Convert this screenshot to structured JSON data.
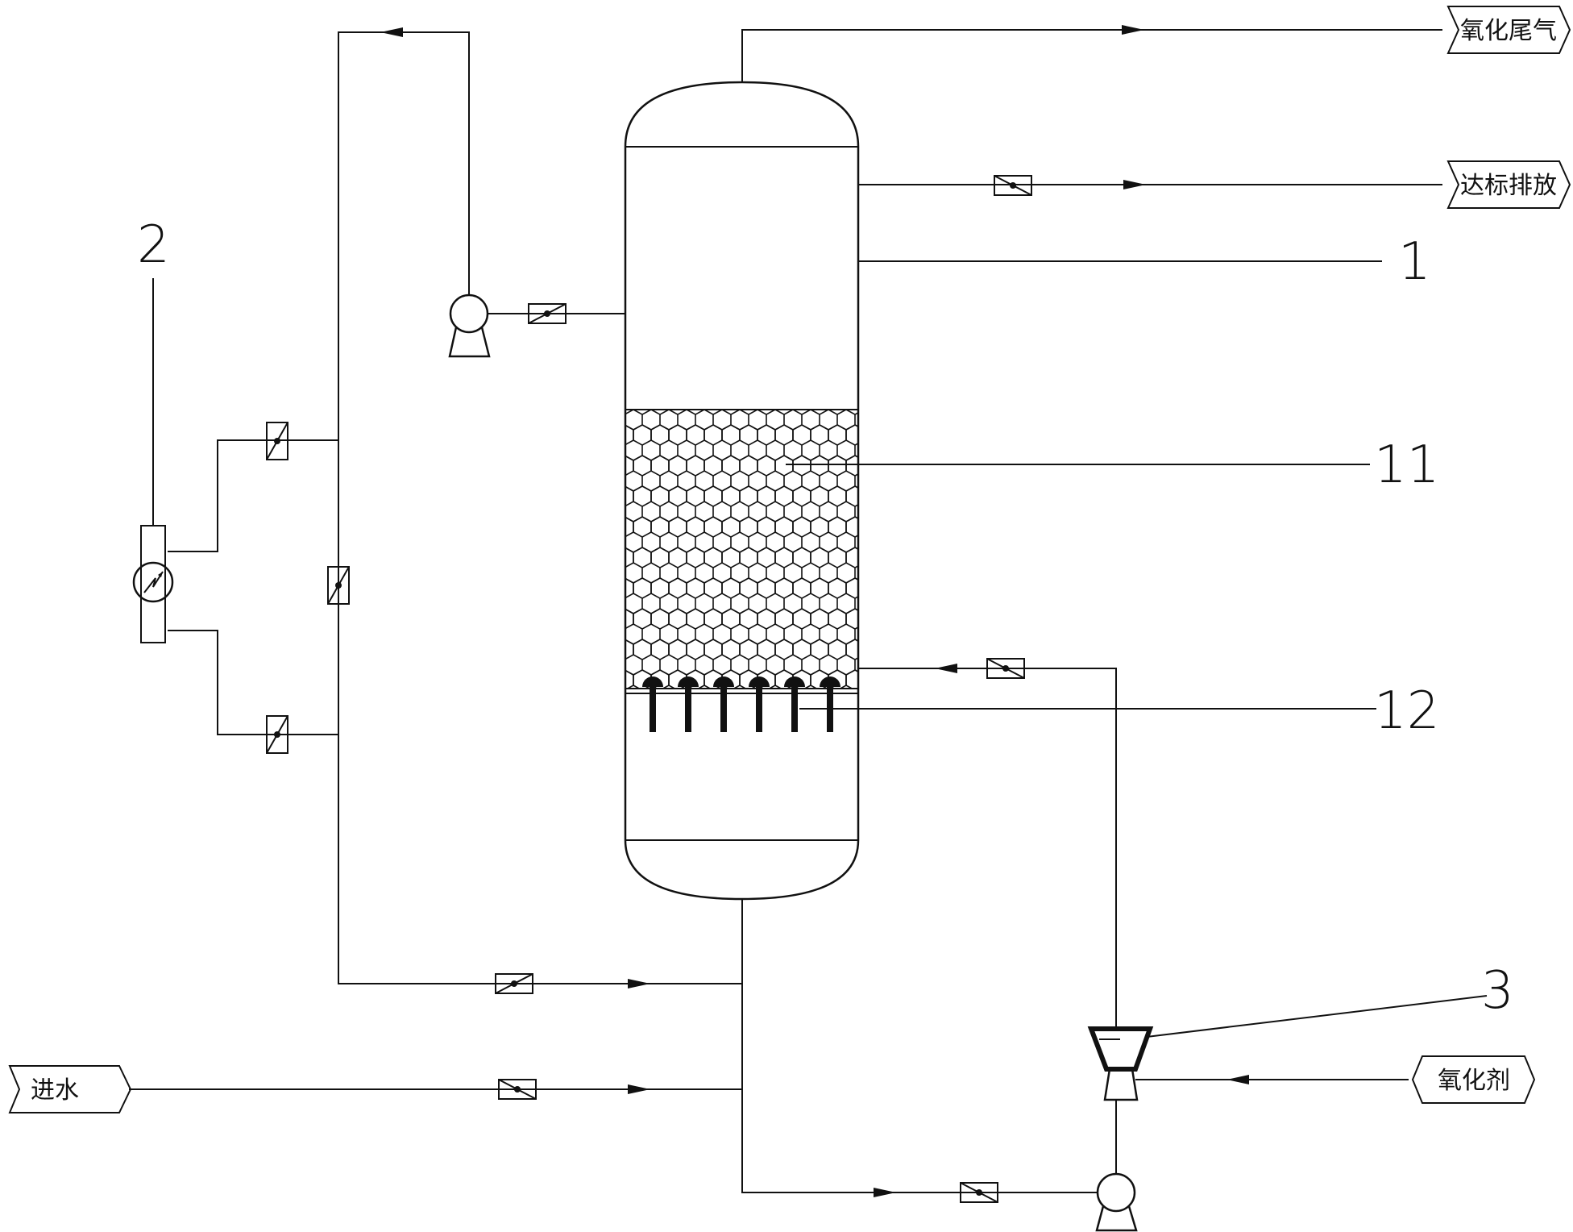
{
  "streams": {
    "offgas": "氧化尾气",
    "discharge": "达标排放",
    "oxidant": "氧化剂",
    "inlet": "进水"
  },
  "labels": {
    "reactor": "1",
    "heat_exchanger": "2",
    "ejector": "3",
    "packing": "11",
    "distributor": "12"
  }
}
